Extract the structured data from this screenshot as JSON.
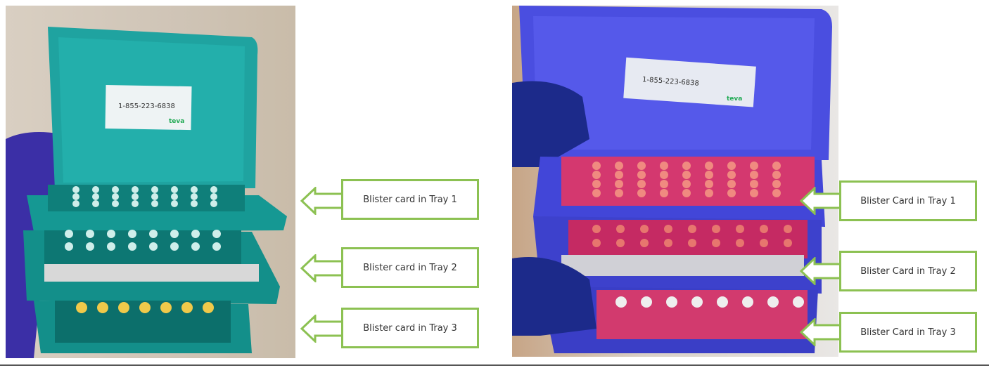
{
  "left_photo": {
    "label_phone": "1-855-223-6838",
    "label_logo": "teva",
    "case_color": "#1fa3a0",
    "callouts": [
      "Blister card in Tray 1",
      "Blister card in Tray 2",
      "Blister card in Tray 3"
    ]
  },
  "right_photo": {
    "label_phone": "1-855-223-6838",
    "label_logo": "teva",
    "case_color": "#4a4ee0",
    "callouts": [
      "Blister Card in Tray 1",
      "Blister Card in Tray 2",
      "Blister Card in Tray 3"
    ]
  },
  "colors": {
    "callout_border": "#8cc152"
  }
}
